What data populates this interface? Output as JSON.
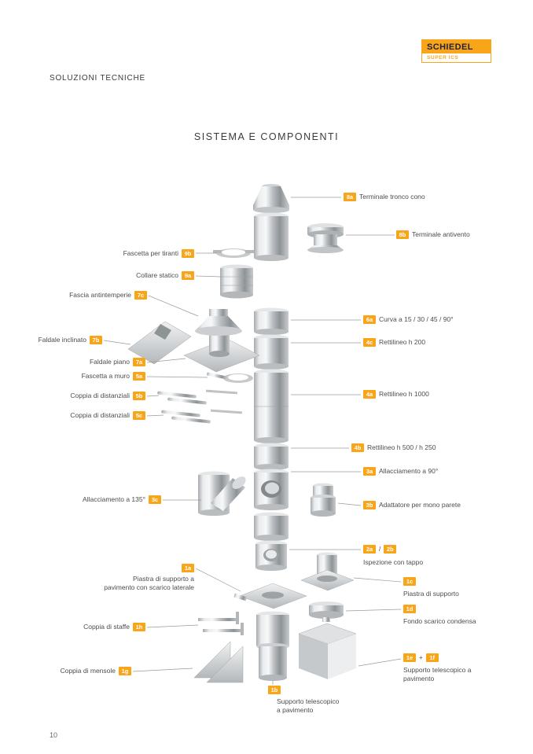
{
  "header": {
    "brand": "SCHIEDEL",
    "brand_sub": "SUPER ICS",
    "section_title": "SOLUZIONI TECNICHE"
  },
  "title": "SISTEMA E COMPONENTI",
  "page_number": "10",
  "colors": {
    "accent": "#F9A51A",
    "text": "#4d4d4f"
  },
  "parts_left": [
    {
      "code": "9b",
      "label": "Fascetta per tiranti"
    },
    {
      "code": "9a",
      "label": "Collare statico"
    },
    {
      "code": "7c",
      "label": "Fascia antintemperie"
    },
    {
      "code": "7b",
      "label": "Faldale inclinato"
    },
    {
      "code": "7a",
      "label": "Faldale piano"
    },
    {
      "code": "5a",
      "label": "Fascetta a muro"
    },
    {
      "code": "5b",
      "label": "Coppia di distanziali"
    },
    {
      "code": "5c",
      "label": "Coppia di distanziali"
    },
    {
      "code": "3c",
      "label": "Allacciamento a 135°"
    },
    {
      "code": "1a",
      "label": "Piastra di supporto a pavimento con scarico laterale"
    },
    {
      "code": "1h",
      "label": "Coppia di staffe"
    },
    {
      "code": "1g",
      "label": "Coppia di mensole"
    },
    {
      "code": "1b",
      "label": "Supporto telescopico a pavimento"
    }
  ],
  "parts_right": [
    {
      "code": "8a",
      "label": "Terminale tronco cono"
    },
    {
      "code": "8b",
      "label": "Terminale antivento"
    },
    {
      "code": "6a",
      "label": "Curva a 15 / 30 / 45 / 90°"
    },
    {
      "code": "4c",
      "label": "Rettilineo h 200"
    },
    {
      "code": "4a",
      "label": "Rettilineo h 1000"
    },
    {
      "code": "4b",
      "label": "Rettilineo h 500 / h 250"
    },
    {
      "code": "3a",
      "label": "Allacciamento a 90°"
    },
    {
      "code": "3b",
      "label": "Adattatore per mono parete"
    },
    {
      "code": "2a",
      "sep": "/",
      "code2": "2b",
      "label": "Ispezione con tappo"
    },
    {
      "code": "1c",
      "label": "Piastra di supporto"
    },
    {
      "code": "1d",
      "label": "Fondo scarico condensa"
    },
    {
      "code": "1e",
      "sep": "+",
      "code2": "1f",
      "label": "Supporto telescopico a pavimento"
    }
  ]
}
